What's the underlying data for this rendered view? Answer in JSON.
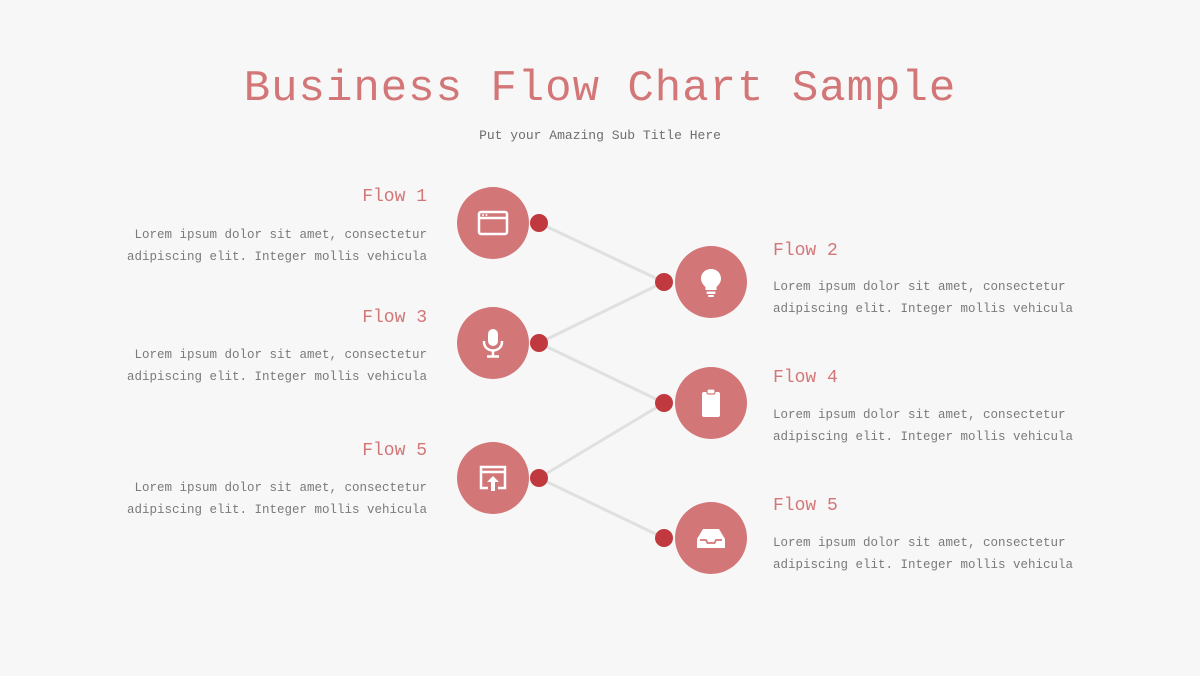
{
  "header": {
    "title": "Business Flow Chart Sample",
    "subtitle": "Put your Amazing Sub Title Here"
  },
  "colors": {
    "accent": "#d37678",
    "dot": "#c0393f",
    "connector": "#e0e0e0",
    "text": "#7a7a7a",
    "background": "#f7f7f7"
  },
  "steps": [
    {
      "title": "Flow 1",
      "line1": "Lorem ipsum dolor sit amet, consectetur",
      "line2": "adipiscing elit. Integer mollis vehicula",
      "icon": "browser-window-icon",
      "side": "left"
    },
    {
      "title": "Flow 2",
      "line1": "Lorem ipsum dolor sit amet, consectetur",
      "line2": "adipiscing elit. Integer mollis vehicula",
      "icon": "lightbulb-icon",
      "side": "right"
    },
    {
      "title": "Flow 3",
      "line1": "Lorem ipsum dolor sit amet, consectetur",
      "line2": "adipiscing elit. Integer mollis vehicula",
      "icon": "microphone-icon",
      "side": "left"
    },
    {
      "title": "Flow 4",
      "line1": "Lorem ipsum dolor sit amet, consectetur",
      "line2": "adipiscing elit. Integer mollis vehicula",
      "icon": "clipboard-icon",
      "side": "right"
    },
    {
      "title": "Flow 5",
      "line1": "Lorem ipsum dolor sit amet, consectetur",
      "line2": "adipiscing elit. Integer mollis vehicula",
      "icon": "upload-screen-icon",
      "side": "left"
    },
    {
      "title": "Flow 5",
      "line1": "Lorem ipsum dolor sit amet, consectetur",
      "line2": "adipiscing elit. Integer mollis vehicula",
      "icon": "inbox-tray-icon",
      "side": "right"
    }
  ]
}
